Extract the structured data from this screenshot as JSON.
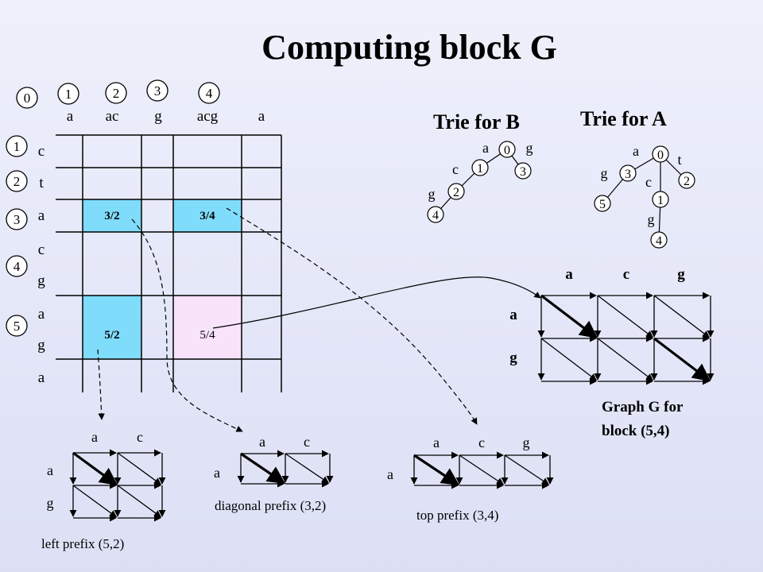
{
  "title": "Computing block G",
  "colors": {
    "cyan": "#7fdcfb",
    "pink": "#f8e3fb",
    "background": "#e6e8f8"
  },
  "matrix": {
    "column_numbers": [
      "0",
      "1",
      "2",
      "3",
      "4"
    ],
    "column_headers": [
      "a",
      "ac",
      "g",
      "acg",
      "a"
    ],
    "row_numbers": [
      "1",
      "2",
      "3",
      "4",
      "5"
    ],
    "row_letters": [
      "c",
      "t",
      "a",
      "c",
      "g",
      "a",
      "g",
      "a"
    ],
    "cells": {
      "c32": "3/2",
      "c34": "3/4",
      "c52": "5/2",
      "c54": "5/4"
    }
  },
  "trie_b": {
    "title": "Trie for B",
    "nodes": [
      "0",
      "1",
      "2",
      "3",
      "4"
    ],
    "edge_labels": [
      "a",
      "g",
      "c",
      "g"
    ]
  },
  "trie_a": {
    "title": "Trie for A",
    "nodes": [
      "0",
      "3",
      "2",
      "1",
      "5",
      "4"
    ],
    "edge_labels": [
      "a",
      "t",
      "g",
      "c",
      "g"
    ]
  },
  "graph_g": {
    "col_labels": [
      "a",
      "c",
      "g"
    ],
    "row_labels": [
      "a",
      "g"
    ],
    "caption_line1": "Graph G for",
    "caption_line2": "block (5,4)"
  },
  "left_prefix": {
    "col_labels": [
      "a",
      "c"
    ],
    "row_labels": [
      "a",
      "g"
    ],
    "caption": "left prefix (5,2)"
  },
  "diagonal_prefix": {
    "col_labels": [
      "a",
      "c"
    ],
    "row_labels": [
      "a"
    ],
    "caption": "diagonal prefix (3,2)"
  },
  "top_prefix": {
    "col_labels": [
      "a",
      "c",
      "g"
    ],
    "row_labels": [
      "a"
    ],
    "caption": "top prefix (3,4)"
  }
}
